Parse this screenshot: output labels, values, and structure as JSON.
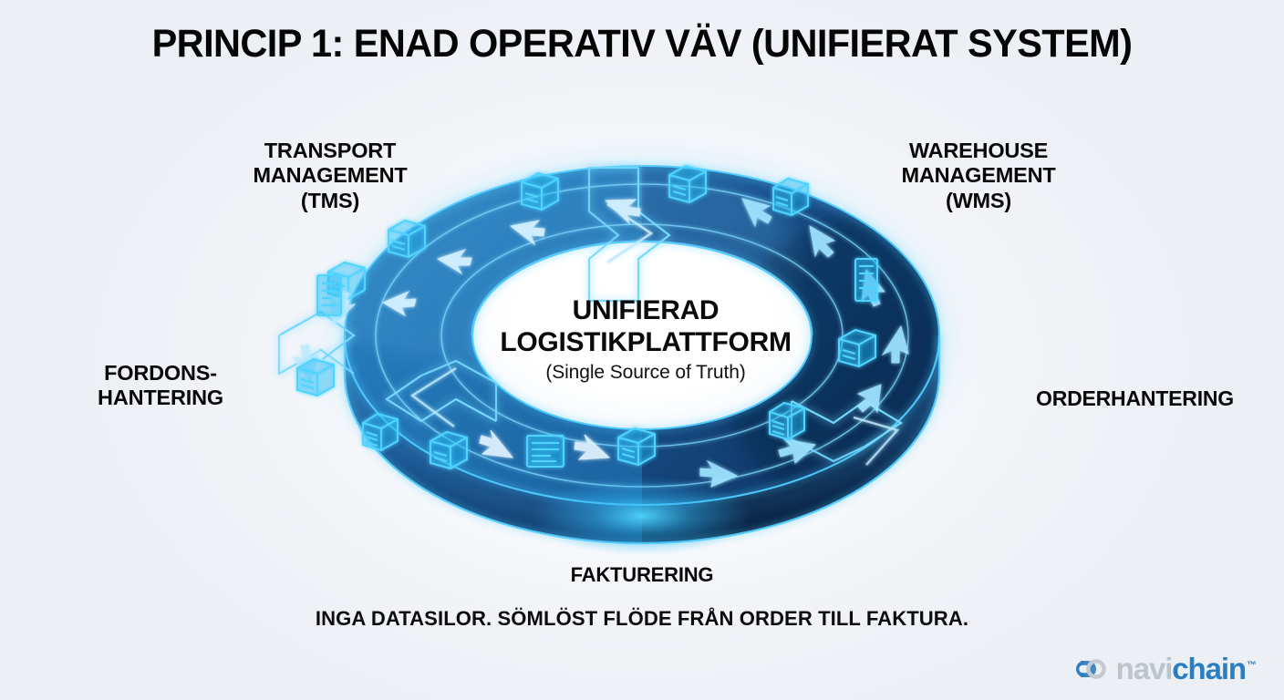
{
  "title": "PRINCIP 1: ENAD OPERATIV VÄV (UNIFIERAT SYSTEM)",
  "center": {
    "headline": "UNIFIERAD\nLOGISTIKPLATTFORM",
    "subline": "(Single Source of Truth)"
  },
  "labels": {
    "top_left": "TRANSPORT\nMANAGEMENT\n(TMS)",
    "top_right": "WAREHOUSE\nMANAGEMENT\n(WMS)",
    "left": "FORDONS-\nHANTERING",
    "right": "ORDERHANTERING",
    "bottom": "FAKTURERING"
  },
  "tagline": "INGA DATASILOR. SÖMLÖST FLÖDE FRÅN ORDER TILL FAKTURA.",
  "logo": {
    "icon": "chain-link-icon",
    "word_first": "navi",
    "word_second": "chain",
    "trademark": "™"
  },
  "colors": {
    "background": "#eef1f5",
    "ring_light": "#2f8fc9",
    "ring_dark": "#0d2b52",
    "glow": "#35c6ff",
    "accent_cyan": "#49d3ff",
    "text": "#080808",
    "logo_gray": "#bcc4cc",
    "logo_blue": "#2a7fc4"
  },
  "diagram": {
    "type": "cycle-ring",
    "segment_count": 4,
    "flow_direction": "clockwise",
    "segments": [
      {
        "name": "transport-management",
        "label": "TRANSPORT MANAGEMENT (TMS)",
        "position": "top-left"
      },
      {
        "name": "warehouse-management",
        "label": "WAREHOUSE MANAGEMENT (WMS)",
        "position": "top-right"
      },
      {
        "name": "order-handling",
        "label": "ORDERHANTERING",
        "position": "right"
      },
      {
        "name": "invoicing",
        "label": "FAKTURERING",
        "position": "bottom"
      },
      {
        "name": "fleet-handling",
        "label": "FORDONS-HANTERING",
        "position": "left"
      }
    ],
    "node_icons": [
      "package-box-icon",
      "document-stack-icon",
      "server-rack-icon"
    ]
  }
}
